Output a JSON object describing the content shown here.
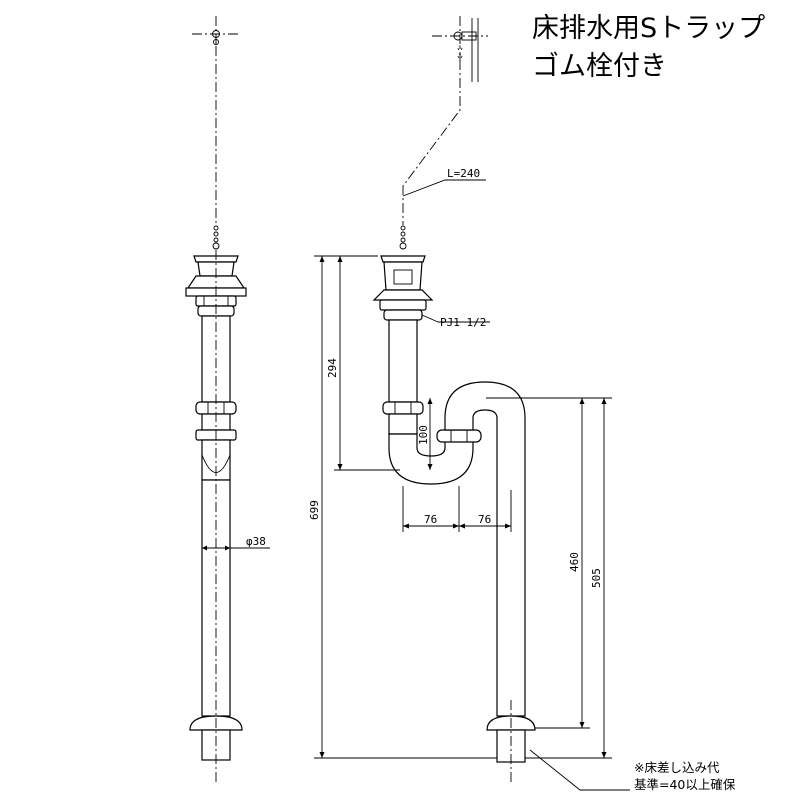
{
  "title": {
    "line1": "床排水用Sトラップ",
    "line2": "ゴム栓付き"
  },
  "dimensions": {
    "chain_length": "L=240",
    "thread": "PJ1 1/2",
    "diameter": "φ38",
    "total_height": "699",
    "upper_height": "294",
    "bend_height": "100",
    "offset_left": "76",
    "offset_right": "76",
    "outlet_height": "460",
    "floor_height": "505"
  },
  "note": {
    "line1": "※床差し込み代",
    "line2": "基準=40以上確保"
  }
}
